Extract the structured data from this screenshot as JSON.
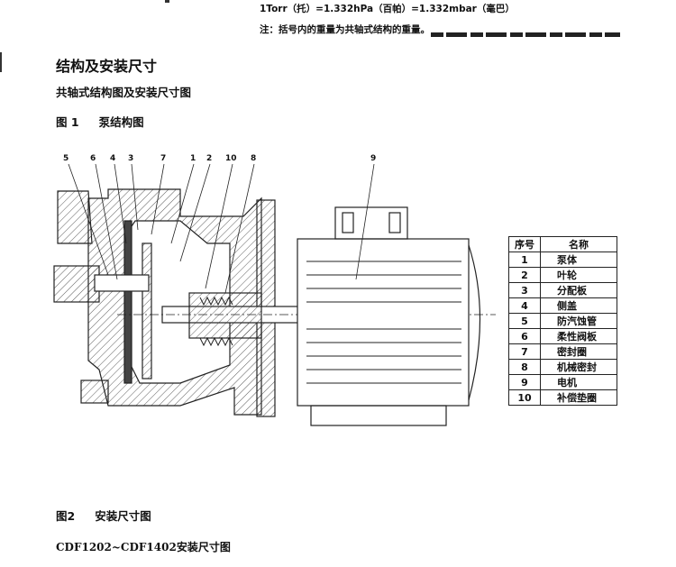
{
  "header": {
    "unit_note": "1Torr（托）=1.332hPa（百帕）=1.332mbar（毫巴）",
    "weight_note": "注：括号内的重量为共轴式结构的重量。"
  },
  "section_title": "结构及安装尺寸",
  "subsection_title": "共轴式结构图及安装尺寸图",
  "figure1": {
    "number": "图 1",
    "title": "泵结构图"
  },
  "callouts": [
    "5",
    "6",
    "4",
    "3",
    "7",
    "1",
    "2",
    "10",
    "8",
    "9"
  ],
  "parts_table": {
    "headers": [
      "序号",
      "名称"
    ],
    "rows": [
      [
        "1",
        "泵体"
      ],
      [
        "2",
        "叶轮"
      ],
      [
        "3",
        "分配板"
      ],
      [
        "4",
        "侧盖"
      ],
      [
        "5",
        "防汽蚀管"
      ],
      [
        "6",
        "柔性阀板"
      ],
      [
        "7",
        "密封圈"
      ],
      [
        "8",
        "机械密封"
      ],
      [
        "9",
        "电机"
      ],
      [
        "10",
        "补偿垫圈"
      ]
    ]
  },
  "figure2": {
    "number": "图2",
    "title": "安装尺寸图"
  },
  "figure2_subtitle": {
    "model": "CDF1202~CDF1402",
    "label": "安装尺寸图"
  }
}
